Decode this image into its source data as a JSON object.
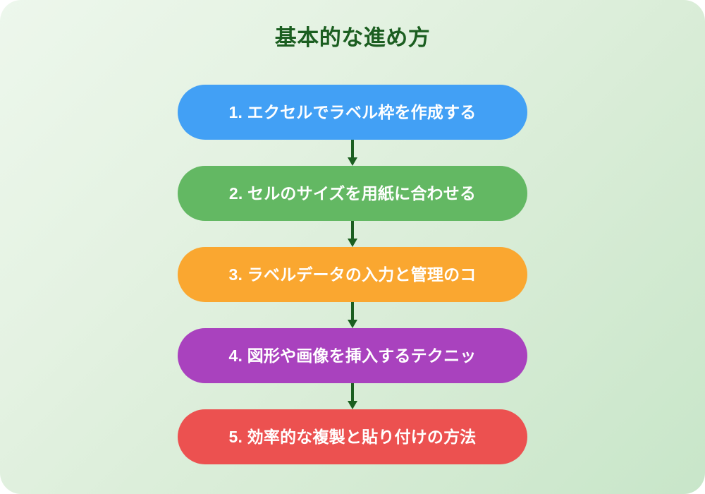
{
  "card": {
    "background_gradient_from": "#EDF7EC",
    "background_gradient_to": "#C8E6C9"
  },
  "header": {
    "title": "基本的な進め方",
    "title_color": "#1B5E20"
  },
  "flow": {
    "connector_color": "#1B5E20",
    "steps": [
      {
        "number": "1.",
        "label": "1. エクセルでラベル枠を作成する",
        "color": "#42A0F5",
        "text_color": "#FFFFFF"
      },
      {
        "number": "2.",
        "label": "2. セルのサイズを用紙に合わせる",
        "color": "#63B863",
        "text_color": "#FFFFFF"
      },
      {
        "number": "3.",
        "label": "3. ラベルデータの入力と管理のコ",
        "color": "#FAA730",
        "text_color": "#FFFFFF"
      },
      {
        "number": "4.",
        "label": "4. 図形や画像を挿入するテクニッ",
        "color": "#A942BE",
        "text_color": "#FFFFFF"
      },
      {
        "number": "5.",
        "label": "5. 効率的な複製と貼り付けの方法",
        "color": "#EC5150",
        "text_color": "#FFFFFF"
      }
    ]
  }
}
